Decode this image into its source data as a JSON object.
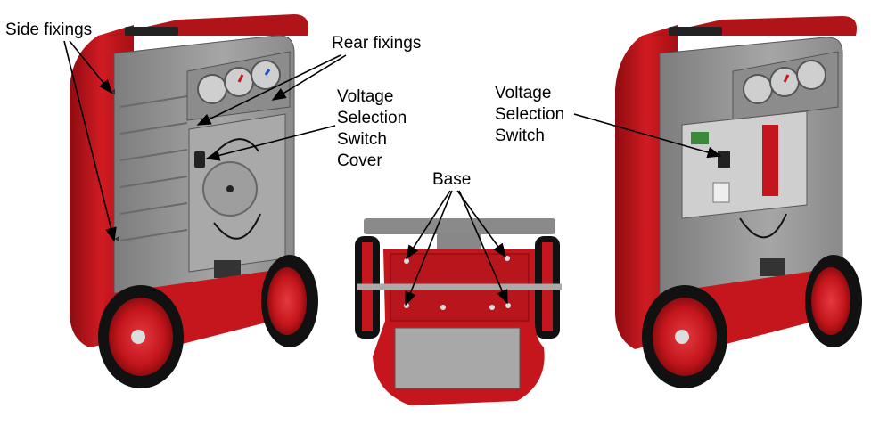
{
  "labels": {
    "side_fixings": "Side fixings",
    "rear_fixings": "Rear fixings",
    "voltage_cover": [
      "Voltage",
      "Selection",
      "Switch",
      "Cover"
    ],
    "base": "Base",
    "voltage_switch": [
      "Voltage",
      "Selection",
      "Switch"
    ]
  },
  "colors": {
    "body_red": "#c4161c",
    "panel_grey": "#9a9a9a",
    "wheel_black": "#1a1a1a"
  }
}
